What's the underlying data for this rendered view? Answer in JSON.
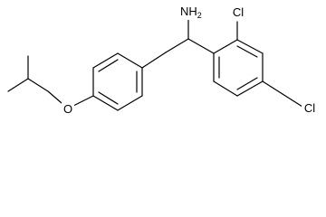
{
  "molecule": {
    "labels": {
      "amine": "NH",
      "amine_subscript": "2",
      "chloro_top": "Cl",
      "chloro_bottom": "Cl",
      "oxygen": "O"
    }
  }
}
